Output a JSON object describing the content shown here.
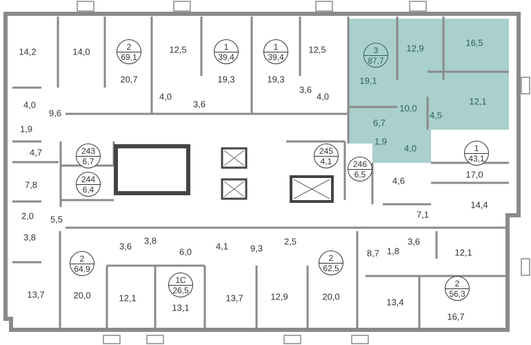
{
  "colors": {
    "highlight": "#a9d0cc",
    "wall": "#8a8a8a",
    "wall_dark": "#333333",
    "text": "#333333"
  },
  "apartments": [
    {
      "rooms": "2",
      "area": "69,1"
    },
    {
      "rooms": "1",
      "area": "39,4"
    },
    {
      "rooms": "1",
      "area": "39,4"
    },
    {
      "rooms": "3",
      "area": "87,7",
      "highlighted": true
    },
    {
      "rooms": "1",
      "area": "43,1"
    },
    {
      "rooms": "2",
      "area": "64,9"
    },
    {
      "rooms": "1С",
      "area": "26,5"
    },
    {
      "rooms": "2",
      "area": "62,5"
    },
    {
      "rooms": "2",
      "area": "56,3"
    }
  ],
  "storage": [
    {
      "number": "243",
      "area": "6,7"
    },
    {
      "number": "244",
      "area": "6,4"
    },
    {
      "number": "245",
      "area": "4,1"
    },
    {
      "number": "246",
      "area": "6,5"
    }
  ],
  "rooms": [
    "14,2",
    "14,0",
    "20,7",
    "12,5",
    "19,3",
    "19,3",
    "12,5",
    "4,0",
    "9,6",
    "1,9",
    "4,7",
    "4,0",
    "3,6",
    "3,6",
    "4,0",
    "19,1",
    "12,9",
    "16,5",
    "10,0",
    "4,5",
    "12,1",
    "6,7",
    "1,9",
    "4,0",
    "17,0",
    "4,6",
    "14,4",
    "7,1",
    "7,8",
    "2,0",
    "5,5",
    "3,8",
    "3,6",
    "3,8",
    "6,0",
    "4,1",
    "9,3",
    "2,5",
    "8,7",
    "1,8",
    "3,6",
    "12,1",
    "13,7",
    "20,0",
    "12,1",
    "13,1",
    "13,7",
    "12,9",
    "20,0",
    "13,4",
    "16,7"
  ]
}
